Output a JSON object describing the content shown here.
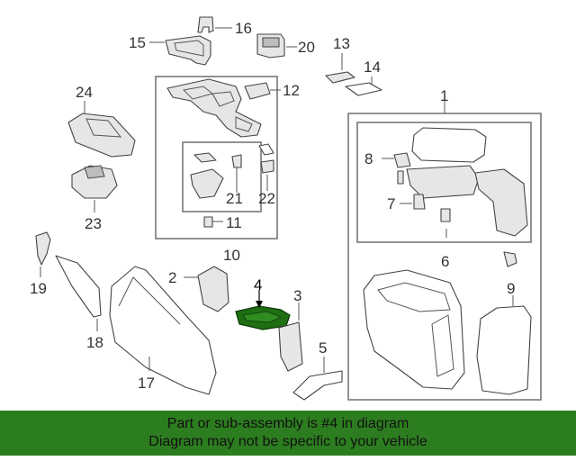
{
  "callouts": {
    "n1": "1",
    "n2": "2",
    "n3": "3",
    "n4": "4",
    "n5": "5",
    "n6": "6",
    "n7": "7",
    "n8": "8",
    "n9": "9",
    "n10": "10",
    "n11": "11",
    "n12": "12",
    "n13": "13",
    "n14": "14",
    "n15": "15",
    "n16": "16",
    "n17": "17",
    "n18": "18",
    "n19": "19",
    "n20": "20",
    "n21": "21",
    "n22": "22",
    "n23": "23",
    "n24": "24"
  },
  "highlight_part": "4",
  "colors": {
    "banner": "#2c7d1f",
    "highlight_part": "#1f6e14"
  },
  "footer": {
    "line1": "Part or sub-assembly is #4 in diagram",
    "line2": "Diagram may not be specific to your vehicle"
  }
}
